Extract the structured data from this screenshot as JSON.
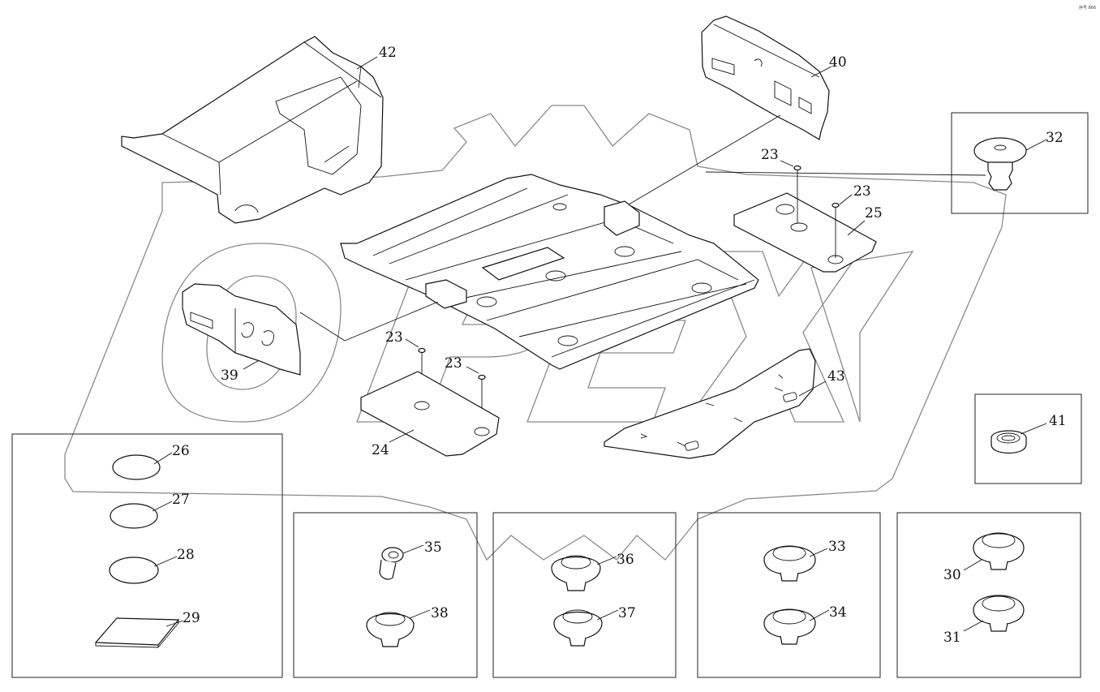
{
  "corner_mark": "序号 866",
  "watermark_text": "OPEX",
  "callouts": {
    "c23a": "23",
    "c23b": "23",
    "c23c": "23",
    "c23d": "23",
    "c24": "24",
    "c25": "25",
    "c26": "26",
    "c27": "27",
    "c28": "28",
    "c29": "29",
    "c30": "30",
    "c31": "31",
    "c32": "32",
    "c33": "33",
    "c34": "34",
    "c35": "35",
    "c36": "36",
    "c37": "37",
    "c38": "38",
    "c39": "39",
    "c40": "40",
    "c41": "41",
    "c42": "42",
    "c43": "43"
  }
}
